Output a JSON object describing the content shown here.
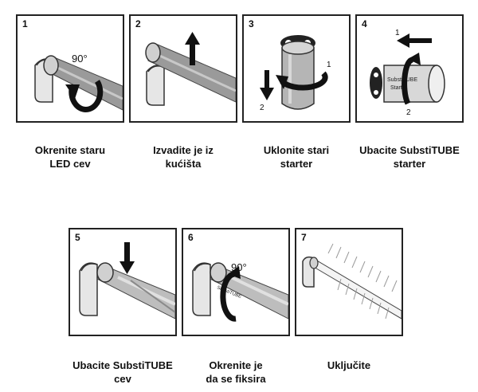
{
  "steps": [
    {
      "number": "1",
      "caption": [
        "Okrenite staru",
        "LED cev"
      ],
      "annotations": {
        "angle": "90°"
      }
    },
    {
      "number": "2",
      "caption": [
        "Izvadite je iz",
        "kućišta"
      ],
      "annotations": {}
    },
    {
      "number": "3",
      "caption": [
        "Uklonite stari",
        "starter"
      ],
      "annotations": {
        "label_1": "1",
        "label_2": "2"
      }
    },
    {
      "number": "4",
      "caption": [
        "Ubacite SubstiTUBE",
        "starter"
      ],
      "annotations": {
        "label_1": "1",
        "label_2": "2",
        "starter_text_1": "SubstiTUBE",
        "starter_text_2": "Starter"
      }
    },
    {
      "number": "5",
      "caption": [
        "Ubacite SubstiTUBE",
        "cev"
      ],
      "annotations": {}
    },
    {
      "number": "6",
      "caption": [
        "Okrenite je",
        "da se fiksira"
      ],
      "annotations": {
        "angle": "90°",
        "tube_text": "SubstiTUBE"
      }
    },
    {
      "number": "7",
      "caption": [
        "Uključite"
      ],
      "annotations": {}
    }
  ]
}
